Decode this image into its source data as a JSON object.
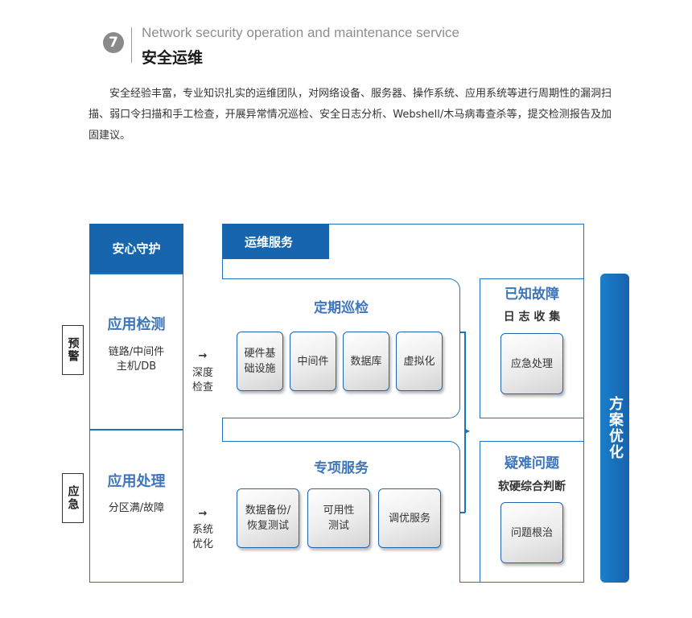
{
  "header": {
    "number": "7",
    "title_en": "Network security operation and maintenance service",
    "title_cn": "安全运维"
  },
  "intro": "安全经验丰富，专业知识扎实的运维团队，对网络设备、服务器、操作系统、应用系统等进行周期性的漏洞扫描、弱口令扫描和手工检查，开展异常情况巡检、安全日志分析、Webshell/木马病毒查杀等，提交检测报告及加固建议。",
  "side_labels": {
    "warning": "预警",
    "emergency": "应急"
  },
  "left_panel": {
    "tab": "安心守护",
    "detect_title": "应用检测",
    "detect_lines": [
      "链路/中间件",
      "主机/DB"
    ],
    "handle_title": "应用处理",
    "handle_text": "分区满/故障"
  },
  "connectors": {
    "deep": {
      "arrow": "→",
      "lines": [
        "深度",
        "检查"
      ]
    },
    "system": {
      "arrow": "→",
      "lines": [
        "系统",
        "优化"
      ]
    }
  },
  "service": {
    "tab": "运维服务",
    "inspection": {
      "title": "定期巡检",
      "items": [
        [
          "硬件基",
          "础设施"
        ],
        [
          "中间件"
        ],
        [
          "数据库"
        ],
        [
          "虚拟化"
        ]
      ]
    },
    "special": {
      "title": "专项服务",
      "items": [
        [
          "数据备份/",
          "恢复测试"
        ],
        [
          "可用性",
          "测试"
        ],
        [
          "调优服务"
        ]
      ]
    },
    "known_fault": {
      "title": "已知故障",
      "subtitle": "日 志 收 集",
      "item": "应急处理"
    },
    "hard_issue": {
      "title": "疑难问题",
      "subtitle": "软硬综合判断",
      "item": "问题根治"
    }
  },
  "side_bar": "方案优化",
  "colors": {
    "primary": "#1766ad",
    "title_blue": "#3f76bb",
    "border": "#1d74bc"
  }
}
